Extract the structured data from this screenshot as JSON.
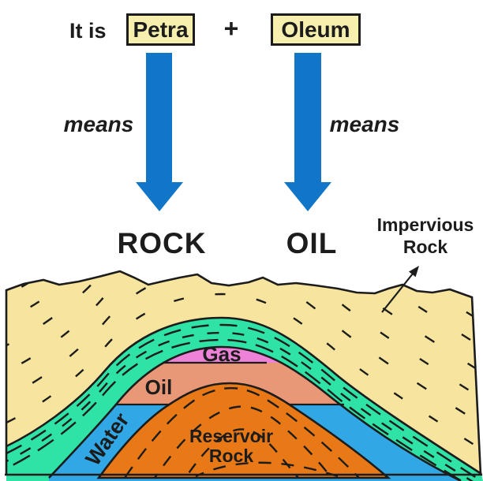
{
  "etymology": {
    "prefix_text": "It is",
    "word1": "Petra",
    "plus": "+",
    "word2": "Oleum",
    "means_left": "means",
    "means_right": "means",
    "result_left": "ROCK",
    "result_right": "OIL"
  },
  "annotation": {
    "label_line1": "Impervious",
    "label_line2": "Rock"
  },
  "cross_section": {
    "gas_label": "Gas",
    "oil_label": "Oil",
    "water_label": "Water",
    "reservoir_label_line1": "Reservoir",
    "reservoir_label_line2": "Rock"
  },
  "colors": {
    "arrow_blue": "#1276C8",
    "term_box_fill": "#F6EFAD",
    "sand_rock": "#F7E49E",
    "impervious_seal": "#2FE2A6",
    "gas_pink": "#EE82D8",
    "oil_salmon": "#E99877",
    "water_blue": "#31A8E5",
    "reservoir_orange": "#E87916",
    "ink": "#1C1C1C"
  }
}
